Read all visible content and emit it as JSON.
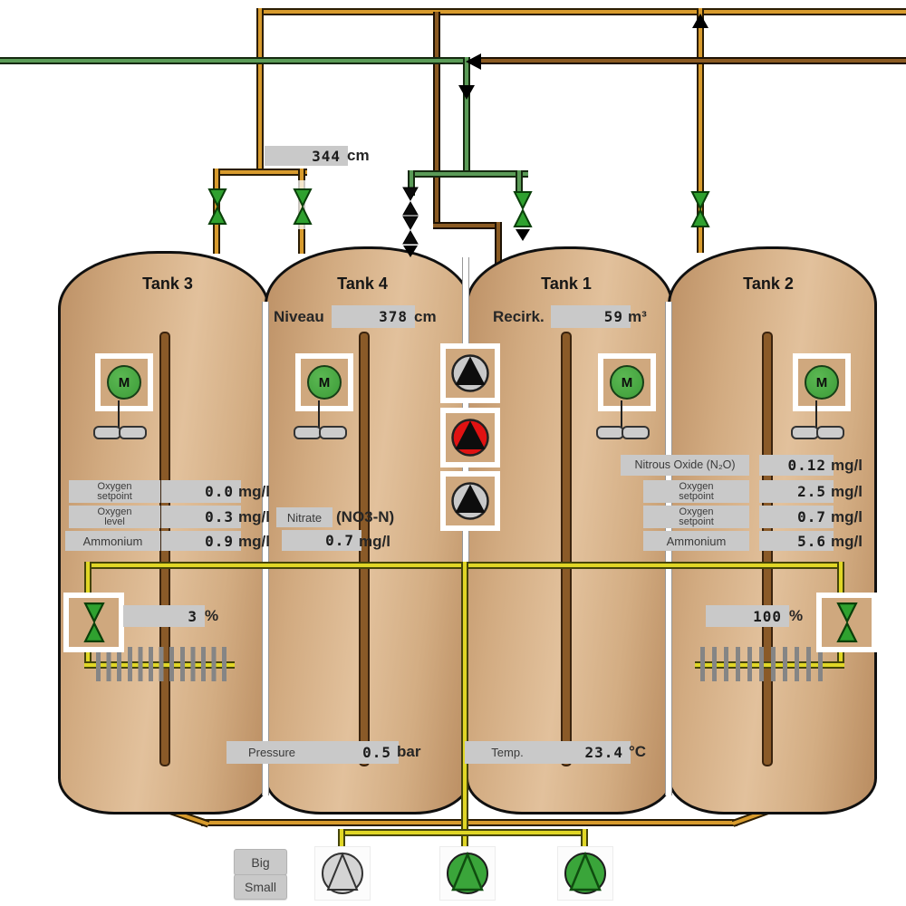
{
  "tanks": [
    {
      "label": "Tank 3"
    },
    {
      "label": "Tank 4"
    },
    {
      "label": "Tank 1"
    },
    {
      "label": "Tank 2"
    }
  ],
  "displays": {
    "feed_level": {
      "value": "344",
      "unit": "cm"
    },
    "niveau": {
      "label": "Niveau",
      "value": "378",
      "unit": "cm"
    },
    "recirc": {
      "label": "Recirk.",
      "value": "59",
      "unit": "m³"
    },
    "pressure": {
      "label": "Pressure",
      "value": "0.5",
      "unit": "bar"
    },
    "temperature": {
      "label": "Temp.",
      "value": "23.4",
      "unit": "°C"
    },
    "aeration_left": {
      "value": "3",
      "unit": "%"
    },
    "aeration_right": {
      "value": "100",
      "unit": "%"
    }
  },
  "tank3_rows": [
    {
      "l1": "Oxygen",
      "l2": "setpoint",
      "value": "0.0",
      "unit": "mg/l"
    },
    {
      "l1": "Oxygen",
      "l2": "level",
      "value": "0.3",
      "unit": "mg/l"
    },
    {
      "l1": "Ammonium",
      "l2": "",
      "value": "0.9",
      "unit": "mg/l"
    }
  ],
  "tank4_nitrate": {
    "label": "Nitrate",
    "formula": "(NO3-N)",
    "value": "0.7",
    "unit": "mg/l"
  },
  "tank2_rows": [
    {
      "l1": "Nitrous Oxide (N₂O)",
      "l2": "",
      "value": "0.12",
      "unit": "mg/l"
    },
    {
      "l1": "Oxygen",
      "l2": "setpoint",
      "value": "2.5",
      "unit": "mg/l"
    },
    {
      "l1": "Oxygen",
      "l2": "setpoint",
      "value": "0.7",
      "unit": "mg/l"
    },
    {
      "l1": "Ammonium",
      "l2": "",
      "value": "5.6",
      "unit": "mg/l"
    }
  ],
  "buttons": {
    "big": "Big",
    "small": "Small"
  },
  "motor": {
    "label": "M"
  },
  "colors": {
    "running_green": "#3aa53a",
    "fault_red": "#e01212",
    "idle_gray": "#c9c9c9",
    "pipe_orange": "#d89b2d",
    "pipe_green": "#5a9b57",
    "pipe_brown": "#8a5a22",
    "pipe_air_yellow": "#e0d626",
    "tank_tan": "#d2ab81",
    "display_gray": "#c9c9c9"
  }
}
